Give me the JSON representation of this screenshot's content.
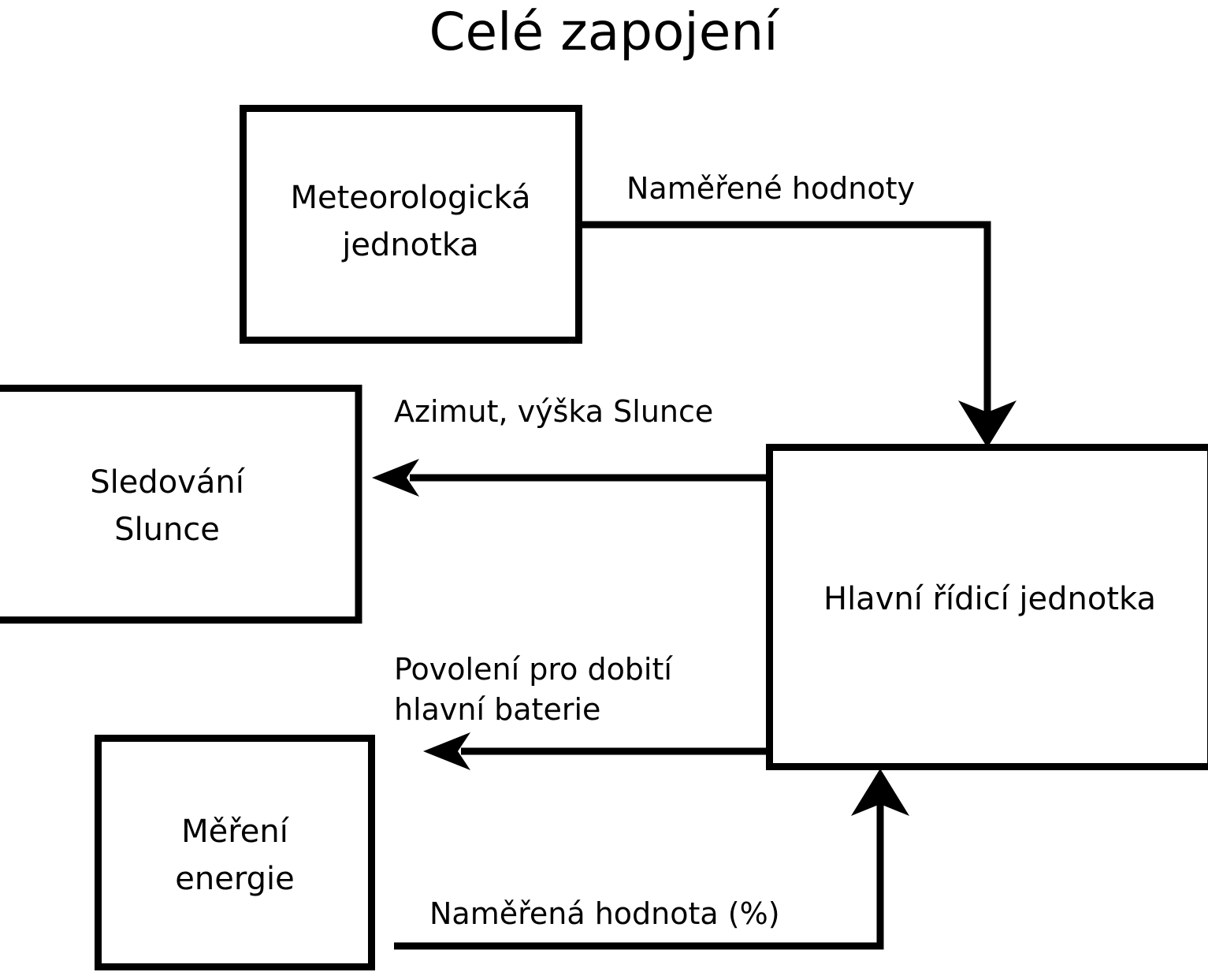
{
  "diagram": {
    "title": "Celé zapojení",
    "language": "cs",
    "type": "block-diagram",
    "nodes": [
      {
        "id": "meteo",
        "label_line1": "Meteorologická",
        "label_line2": "jednotka",
        "full_label": "Meteorologická jednotka"
      },
      {
        "id": "tracking",
        "label_line1": "Sledování",
        "label_line2": "Slunce",
        "full_label": "Sledování Slunce"
      },
      {
        "id": "main",
        "label_line1": "Hlavní řídicí jednotka",
        "label_line2": "",
        "full_label": "Hlavní řídicí jednotka"
      },
      {
        "id": "energy",
        "label_line1": "Měření",
        "label_line2": "energie",
        "full_label": "Měření energie"
      }
    ],
    "edges": [
      {
        "id": "meteo-to-main",
        "from": "meteo",
        "to": "main",
        "label_line1": "Naměřené hodnoty",
        "label_line2": ""
      },
      {
        "id": "main-to-tracking",
        "from": "main",
        "to": "tracking",
        "label_line1": "Azimut, výška Slunce",
        "label_line2": ""
      },
      {
        "id": "main-to-energy",
        "from": "main",
        "to": "energy",
        "label_line1": "Povolení pro dobití",
        "label_line2": "hlavní baterie"
      },
      {
        "id": "energy-to-main",
        "from": "energy",
        "to": "main",
        "label_line1": "Naměřená hodnota (%)",
        "label_line2": ""
      }
    ],
    "colors": {
      "background": "#ffffff",
      "stroke": "#000000",
      "text": "#000000"
    }
  }
}
